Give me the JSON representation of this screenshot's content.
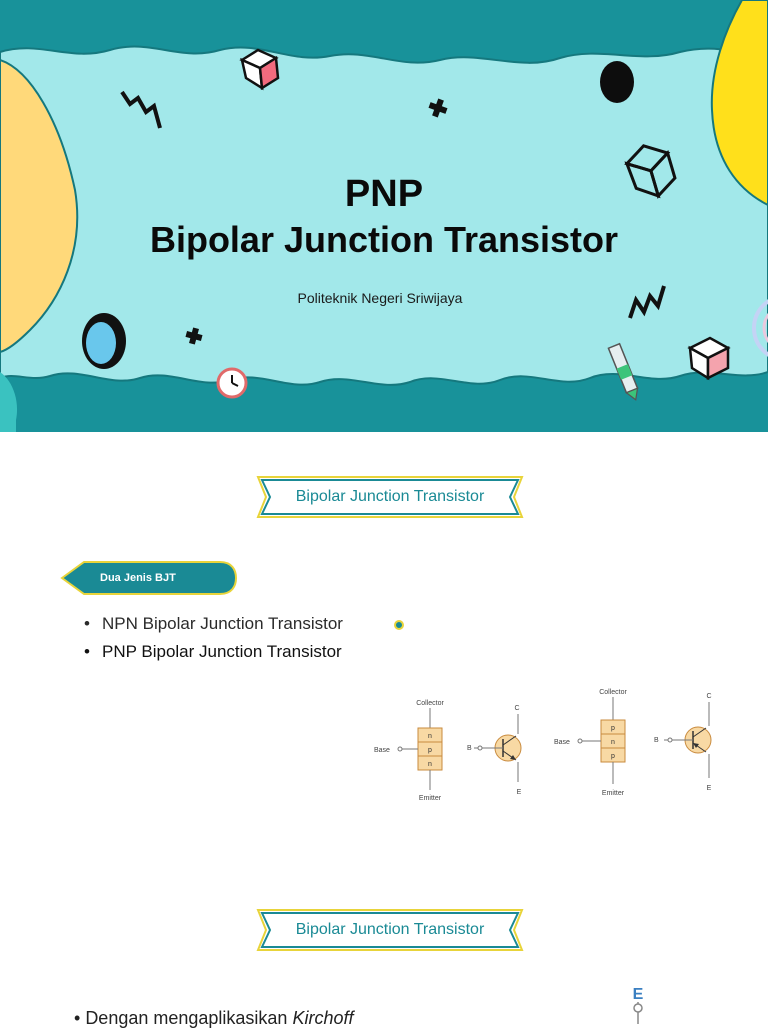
{
  "slide1": {
    "title_line1": "PNP",
    "title_line2": "Bipolar Junction Transistor",
    "subtitle": "Politeknik Negeri Sriwijaya"
  },
  "slide2": {
    "banner": "Bipolar Junction Transistor",
    "pill": "Dua Jenis BJT",
    "bullets": [
      "NPN Bipolar Junction Transistor",
      "PNP Bipolar Junction Transistor"
    ],
    "npn": {
      "collector": "Collector",
      "base": "Base",
      "emitter": "Emitter",
      "layers": [
        "n",
        "p",
        "n"
      ],
      "c": "C",
      "b": "B",
      "e": "E"
    },
    "pnp": {
      "collector": "Collector",
      "base": "Base",
      "emitter": "Emitter",
      "layers": [
        "p",
        "n",
        "p"
      ],
      "c": "C",
      "b": "B",
      "e": "E"
    }
  },
  "slide3": {
    "banner": "Bipolar Junction Transistor",
    "text_start": "Dengan mengaplikasikan ",
    "text_italic": "Kirchoff",
    "corner_label": "E"
  },
  "colors": {
    "teal": "#1a8a95",
    "sky": "#a0e7ea",
    "yellow": "#ffe01b",
    "sand": "#ffd97a"
  }
}
